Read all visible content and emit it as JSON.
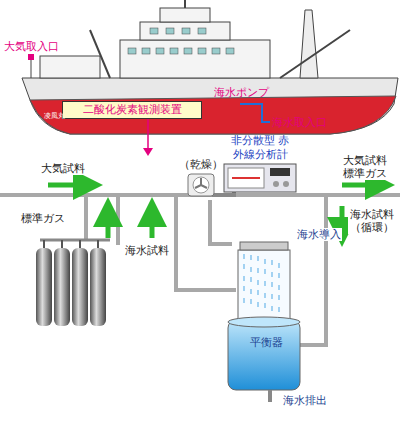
{
  "diagram": {
    "nodes": [
      {
        "text": [
          "二酸化炭素観測装置"
        ]
      },
      {
        "text": [
          "（乾燥）"
        ]
      },
      {
        "text": [
          "非分散型 赤外線分析計"
        ]
      },
      {
        "text": [
          "平衡器"
        ]
      }
    ],
    "edges": [
      {
        "from": 1,
        "to": 2,
        "arrow": "none"
      }
    ],
    "labels": [
      "大気取入口",
      "凌風丸",
      "海水ポンプ",
      "海水取入口",
      "大気試料",
      "大気試料 標準ガス",
      "標準ガス",
      "海水試料",
      "海水試料 （循環）",
      "海水導入",
      "海水排出"
    ]
  }
}
